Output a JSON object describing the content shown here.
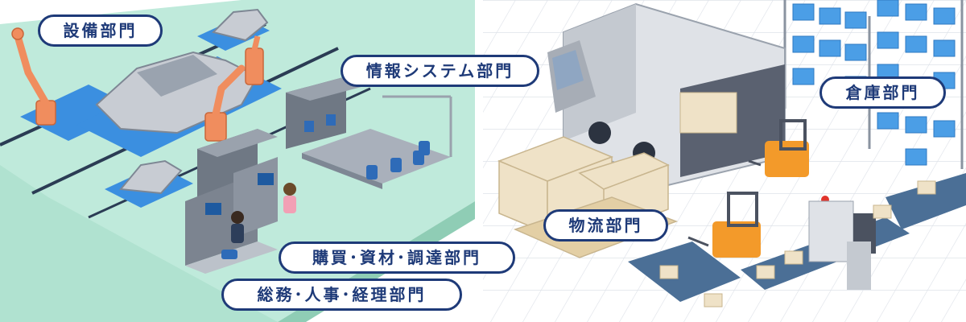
{
  "departments": {
    "facilities": "設備部門",
    "it": "情報システム部門",
    "warehouse": "倉庫部門",
    "logistics": "物流部門",
    "procurement": "購買･資材･調達部門",
    "general_affairs": "総務･人事･経理部門"
  },
  "colors": {
    "outline": "#1e3a78",
    "floor": "#c8efe1",
    "machine_blue": "#3b8fe0",
    "robot_orange": "#f08d5e",
    "crate": "#efe2c7",
    "shelf_box": "#4b9ee6",
    "forklift": "#f39a2a"
  }
}
